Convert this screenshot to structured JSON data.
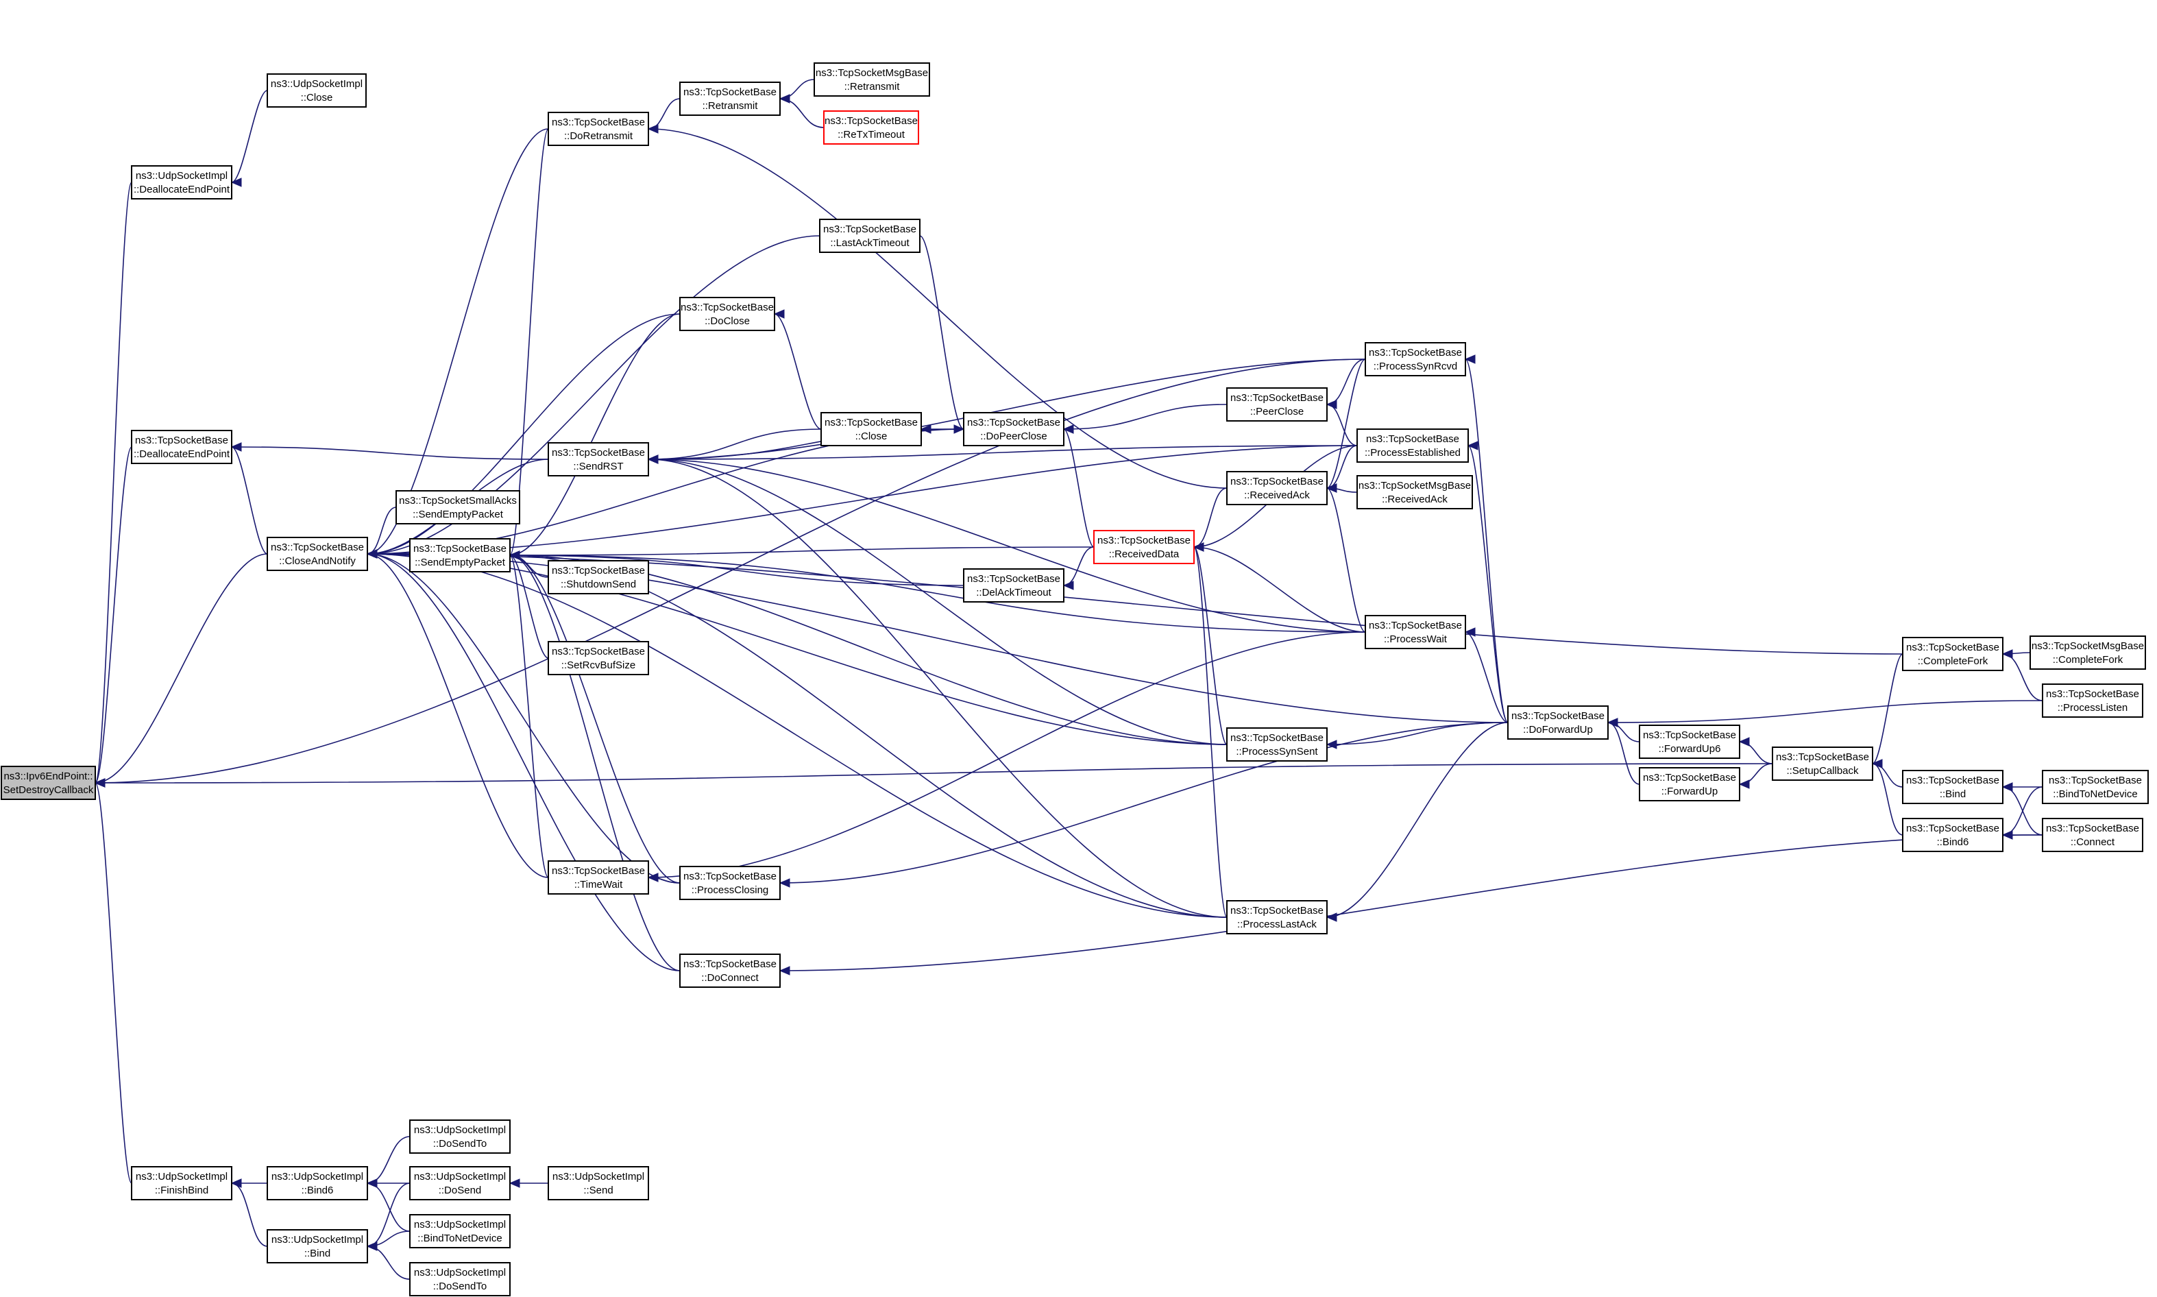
{
  "diagram": {
    "title": "",
    "nodes": [
      {
        "id": "root",
        "l1": "ns3::Ipv6EndPoint::",
        "l2": "SetDestroyCallback",
        "style": "root"
      },
      {
        "id": "udpClose",
        "l1": "ns3::UdpSocketImpl",
        "l2": "::Close"
      },
      {
        "id": "udpDealloc",
        "l1": "ns3::UdpSocketImpl",
        "l2": "::DeallocateEndPoint"
      },
      {
        "id": "tcpDealloc",
        "l1": "ns3::TcpSocketBase",
        "l2": "::DeallocateEndPoint"
      },
      {
        "id": "closeAndNotify",
        "l1": "ns3::TcpSocketBase",
        "l2": "::CloseAndNotify"
      },
      {
        "id": "doRetransmit",
        "l1": "ns3::TcpSocketBase",
        "l2": "::DoRetransmit"
      },
      {
        "id": "retransmit",
        "l1": "ns3::TcpSocketBase",
        "l2": "::Retransmit"
      },
      {
        "id": "msgRetransmit",
        "l1": "ns3::TcpSocketMsgBase",
        "l2": "::Retransmit"
      },
      {
        "id": "reTxTimeout",
        "l1": "ns3::TcpSocketBase",
        "l2": "::ReTxTimeout",
        "style": "red"
      },
      {
        "id": "lastAckTimeout",
        "l1": "ns3::TcpSocketBase",
        "l2": "::LastAckTimeout"
      },
      {
        "id": "doClose",
        "l1": "ns3::TcpSocketBase",
        "l2": "::DoClose"
      },
      {
        "id": "close",
        "l1": "ns3::TcpSocketBase",
        "l2": "::Close"
      },
      {
        "id": "doPeerClose",
        "l1": "ns3::TcpSocketBase",
        "l2": "::DoPeerClose"
      },
      {
        "id": "peerClose",
        "l1": "ns3::TcpSocketBase",
        "l2": "::PeerClose"
      },
      {
        "id": "processSynRcvd",
        "l1": "ns3::TcpSocketBase",
        "l2": "::ProcessSynRcvd"
      },
      {
        "id": "processEstablished",
        "l1": "ns3::TcpSocketBase",
        "l2": "::ProcessEstablished"
      },
      {
        "id": "sendRST",
        "l1": "ns3::TcpSocketBase",
        "l2": "::SendRST"
      },
      {
        "id": "smallAcksSend",
        "l1": "ns3::TcpSocketSmallAcks",
        "l2": "::SendEmptyPacket"
      },
      {
        "id": "sendEmptyPacket",
        "l1": "ns3::TcpSocketBase",
        "l2": "::SendEmptyPacket"
      },
      {
        "id": "shutdownSend",
        "l1": "ns3::TcpSocketBase",
        "l2": "::ShutdownSend"
      },
      {
        "id": "setRcvBufSize",
        "l1": "ns3::TcpSocketBase",
        "l2": "::SetRcvBufSize"
      },
      {
        "id": "delAckTimeout",
        "l1": "ns3::TcpSocketBase",
        "l2": "::DelAckTimeout"
      },
      {
        "id": "receivedData",
        "l1": "ns3::TcpSocketBase",
        "l2": "::ReceivedData",
        "style": "red"
      },
      {
        "id": "receivedAck",
        "l1": "ns3::TcpSocketBase",
        "l2": "::ReceivedAck"
      },
      {
        "id": "msgReceivedAck",
        "l1": "ns3::TcpSocketMsgBase",
        "l2": "::ReceivedAck"
      },
      {
        "id": "processWait",
        "l1": "ns3::TcpSocketBase",
        "l2": "::ProcessWait"
      },
      {
        "id": "doForwardUp",
        "l1": "ns3::TcpSocketBase",
        "l2": "::DoForwardUp"
      },
      {
        "id": "processSynSent",
        "l1": "ns3::TcpSocketBase",
        "l2": "::ProcessSynSent"
      },
      {
        "id": "forwardUp6",
        "l1": "ns3::TcpSocketBase",
        "l2": "::ForwardUp6"
      },
      {
        "id": "forwardUp",
        "l1": "ns3::TcpSocketBase",
        "l2": "::ForwardUp"
      },
      {
        "id": "setupCallback",
        "l1": "ns3::TcpSocketBase",
        "l2": "::SetupCallback"
      },
      {
        "id": "completeFork",
        "l1": "ns3::TcpSocketBase",
        "l2": "::CompleteFork"
      },
      {
        "id": "msgCompleteFork",
        "l1": "ns3::TcpSocketMsgBase",
        "l2": "::CompleteFork"
      },
      {
        "id": "processListen",
        "l1": "ns3::TcpSocketBase",
        "l2": "::ProcessListen"
      },
      {
        "id": "bind",
        "l1": "ns3::TcpSocketBase",
        "l2": "::Bind"
      },
      {
        "id": "bind6",
        "l1": "ns3::TcpSocketBase",
        "l2": "::Bind6"
      },
      {
        "id": "bindToNetDevice",
        "l1": "ns3::TcpSocketBase",
        "l2": "::BindToNetDevice"
      },
      {
        "id": "connect",
        "l1": "ns3::TcpSocketBase",
        "l2": "::Connect"
      },
      {
        "id": "timeWait",
        "l1": "ns3::TcpSocketBase",
        "l2": "::TimeWait"
      },
      {
        "id": "processClosing",
        "l1": "ns3::TcpSocketBase",
        "l2": "::ProcessClosing"
      },
      {
        "id": "processLastAck",
        "l1": "ns3::TcpSocketBase",
        "l2": "::ProcessLastAck"
      },
      {
        "id": "doConnect",
        "l1": "ns3::TcpSocketBase",
        "l2": "::DoConnect"
      },
      {
        "id": "udpFinishBind",
        "l1": "ns3::UdpSocketImpl",
        "l2": "::FinishBind"
      },
      {
        "id": "udpBind6",
        "l1": "ns3::UdpSocketImpl",
        "l2": "::Bind6"
      },
      {
        "id": "udpBind",
        "l1": "ns3::UdpSocketImpl",
        "l2": "::Bind"
      },
      {
        "id": "udpDoSendTo1",
        "l1": "ns3::UdpSocketImpl",
        "l2": "::DoSendTo"
      },
      {
        "id": "udpDoSend",
        "l1": "ns3::UdpSocketImpl",
        "l2": "::DoSend"
      },
      {
        "id": "udpBindToNetDevice",
        "l1": "ns3::UdpSocketImpl",
        "l2": "::BindToNetDevice"
      },
      {
        "id": "udpDoSendTo2",
        "l1": "ns3::UdpSocketImpl",
        "l2": "::DoSendTo"
      },
      {
        "id": "udpSend",
        "l1": "ns3::UdpSocketImpl",
        "l2": "::Send"
      }
    ],
    "edges": [
      [
        "udpDealloc",
        "root"
      ],
      [
        "tcpDealloc",
        "root"
      ],
      [
        "closeAndNotify",
        "root"
      ],
      [
        "udpFinishBind",
        "root"
      ],
      [
        "processSynRcvd",
        "root"
      ],
      [
        "setupCallback",
        "root"
      ],
      [
        "udpClose",
        "udpDealloc"
      ],
      [
        "closeAndNotify",
        "tcpDealloc"
      ],
      [
        "sendRST",
        "tcpDealloc"
      ],
      [
        "doRetransmit",
        "closeAndNotify"
      ],
      [
        "doClose",
        "closeAndNotify"
      ],
      [
        "sendEmptyPacket",
        "closeAndNotify"
      ],
      [
        "smallAcksSend",
        "closeAndNotify"
      ],
      [
        "sendRST",
        "closeAndNotify"
      ],
      [
        "timeWait",
        "closeAndNotify"
      ],
      [
        "doConnect",
        "closeAndNotify"
      ],
      [
        "processLastAck",
        "closeAndNotify"
      ],
      [
        "processSynSent",
        "closeAndNotify"
      ],
      [
        "processEstablished",
        "closeAndNotify"
      ],
      [
        "doForwardUp",
        "closeAndNotify"
      ],
      [
        "processClosing",
        "closeAndNotify"
      ],
      [
        "lastAckTimeout",
        "closeAndNotify"
      ],
      [
        "doPeerClose",
        "closeAndNotify"
      ],
      [
        "completeFork",
        "closeAndNotify"
      ],
      [
        "retransmit",
        "doRetransmit"
      ],
      [
        "msgRetransmit",
        "retransmit"
      ],
      [
        "reTxTimeout",
        "retransmit"
      ],
      [
        "receivedAck",
        "doRetransmit"
      ],
      [
        "close",
        "doClose"
      ],
      [
        "lastAckTimeout",
        "doPeerClose"
      ],
      [
        "doPeerClose",
        "close"
      ],
      [
        "peerClose",
        "doPeerClose"
      ],
      [
        "receivedData",
        "doPeerClose"
      ],
      [
        "processSynRcvd",
        "peerClose"
      ],
      [
        "processEstablished",
        "peerClose"
      ],
      [
        "close",
        "sendRST"
      ],
      [
        "doPeerClose",
        "sendRST"
      ],
      [
        "processSynRcvd",
        "sendRST"
      ],
      [
        "processEstablished",
        "sendRST"
      ],
      [
        "processWait",
        "sendRST"
      ],
      [
        "processSynSent",
        "sendRST"
      ],
      [
        "processLastAck",
        "sendRST"
      ],
      [
        "doRetransmit",
        "sendEmptyPacket"
      ],
      [
        "doClose",
        "sendEmptyPacket"
      ],
      [
        "shutdownSend",
        "sendEmptyPacket"
      ],
      [
        "setRcvBufSize",
        "sendEmptyPacket"
      ],
      [
        "delAckTimeout",
        "sendEmptyPacket"
      ],
      [
        "receivedData",
        "sendEmptyPacket"
      ],
      [
        "processWait",
        "sendEmptyPacket"
      ],
      [
        "processSynSent",
        "sendEmptyPacket"
      ],
      [
        "processLastAck",
        "sendEmptyPacket"
      ],
      [
        "timeWait",
        "sendEmptyPacket"
      ],
      [
        "processClosing",
        "sendEmptyPacket"
      ],
      [
        "doConnect",
        "sendEmptyPacket"
      ],
      [
        "receivedData",
        "delAckTimeout"
      ],
      [
        "receivedAck",
        "receivedData"
      ],
      [
        "processWait",
        "receivedData"
      ],
      [
        "processSynSent",
        "receivedData"
      ],
      [
        "processLastAck",
        "receivedData"
      ],
      [
        "processEstablished",
        "receivedData"
      ],
      [
        "processSynRcvd",
        "receivedAck"
      ],
      [
        "processEstablished",
        "receivedAck"
      ],
      [
        "msgReceivedAck",
        "receivedAck"
      ],
      [
        "processWait",
        "receivedAck"
      ],
      [
        "doForwardUp",
        "processSynRcvd"
      ],
      [
        "doForwardUp",
        "processEstablished"
      ],
      [
        "doForwardUp",
        "processWait"
      ],
      [
        "doForwardUp",
        "processSynSent"
      ],
      [
        "doForwardUp",
        "processLastAck"
      ],
      [
        "doForwardUp",
        "processClosing"
      ],
      [
        "forwardUp6",
        "doForwardUp"
      ],
      [
        "forwardUp",
        "doForwardUp"
      ],
      [
        "setupCallback",
        "forwardUp6"
      ],
      [
        "setupCallback",
        "forwardUp"
      ],
      [
        "completeFork",
        "setupCallback"
      ],
      [
        "bind",
        "setupCallback"
      ],
      [
        "bind6",
        "setupCallback"
      ],
      [
        "msgCompleteFork",
        "completeFork"
      ],
      [
        "processListen",
        "completeFork"
      ],
      [
        "processListen",
        "doForwardUp"
      ],
      [
        "bindToNetDevice",
        "bind"
      ],
      [
        "connect",
        "bind"
      ],
      [
        "bindToNetDevice",
        "bind6"
      ],
      [
        "connect",
        "bind6"
      ],
      [
        "processClosing",
        "timeWait"
      ],
      [
        "processWait",
        "timeWait"
      ],
      [
        "connect",
        "doConnect"
      ],
      [
        "udpBind6",
        "udpFinishBind"
      ],
      [
        "udpBind",
        "udpFinishBind"
      ],
      [
        "udpDoSendTo1",
        "udpBind6"
      ],
      [
        "udpDoSend",
        "udpBind6"
      ],
      [
        "udpBindToNetDevice",
        "udpBind6"
      ],
      [
        "udpDoSend",
        "udpBind"
      ],
      [
        "udpBindToNetDevice",
        "udpBind"
      ],
      [
        "udpDoSendTo2",
        "udpBind"
      ],
      [
        "udpSend",
        "udpDoSend"
      ]
    ]
  }
}
